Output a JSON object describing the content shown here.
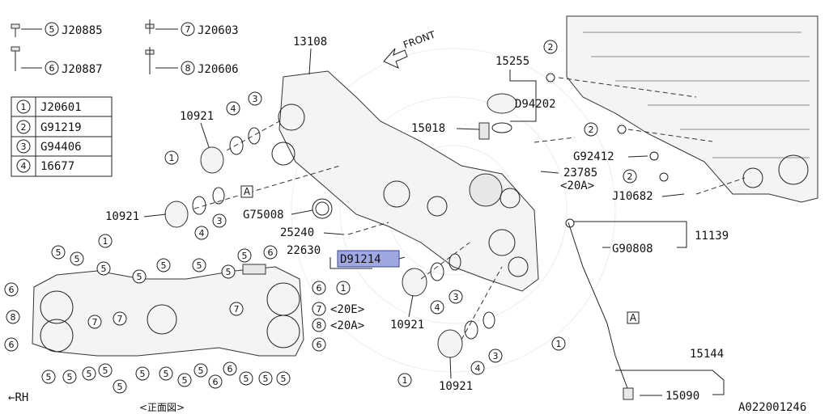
{
  "legend_bolts": [
    {
      "num": "5",
      "code": "J20885"
    },
    {
      "num": "7",
      "code": "J20603"
    },
    {
      "num": "6",
      "code": "J20887"
    },
    {
      "num": "8",
      "code": "J20606"
    }
  ],
  "legend_table": [
    {
      "num": "1",
      "code": "J20601"
    },
    {
      "num": "2",
      "code": "G91219"
    },
    {
      "num": "3",
      "code": "G94406"
    },
    {
      "num": "4",
      "code": "16677"
    }
  ],
  "front_label": "FRONT",
  "part_labels": {
    "p13108": "13108",
    "p10921a": "10921",
    "p10921b": "10921",
    "p10921c": "10921",
    "p10921d": "10921",
    "p15255": "15255",
    "p15018": "15018",
    "pD94202": "D94202",
    "pG92412": "G92412",
    "p23785": "23785",
    "p20A": "<20A>",
    "pJ10682": "J10682",
    "pG75008": "G75008",
    "p25240": "25240",
    "p22630": "22630",
    "pD91214": "D91214",
    "p11139": "11139",
    "pG90808": "G90808",
    "p15144": "15144",
    "p15090": "15090",
    "p7_20E": "<20E>",
    "p8_20A": "<20A>"
  },
  "ref_box_a": "A",
  "rh_label": "RH",
  "front_view": "<正面図>",
  "diagram_code": "A022001246"
}
